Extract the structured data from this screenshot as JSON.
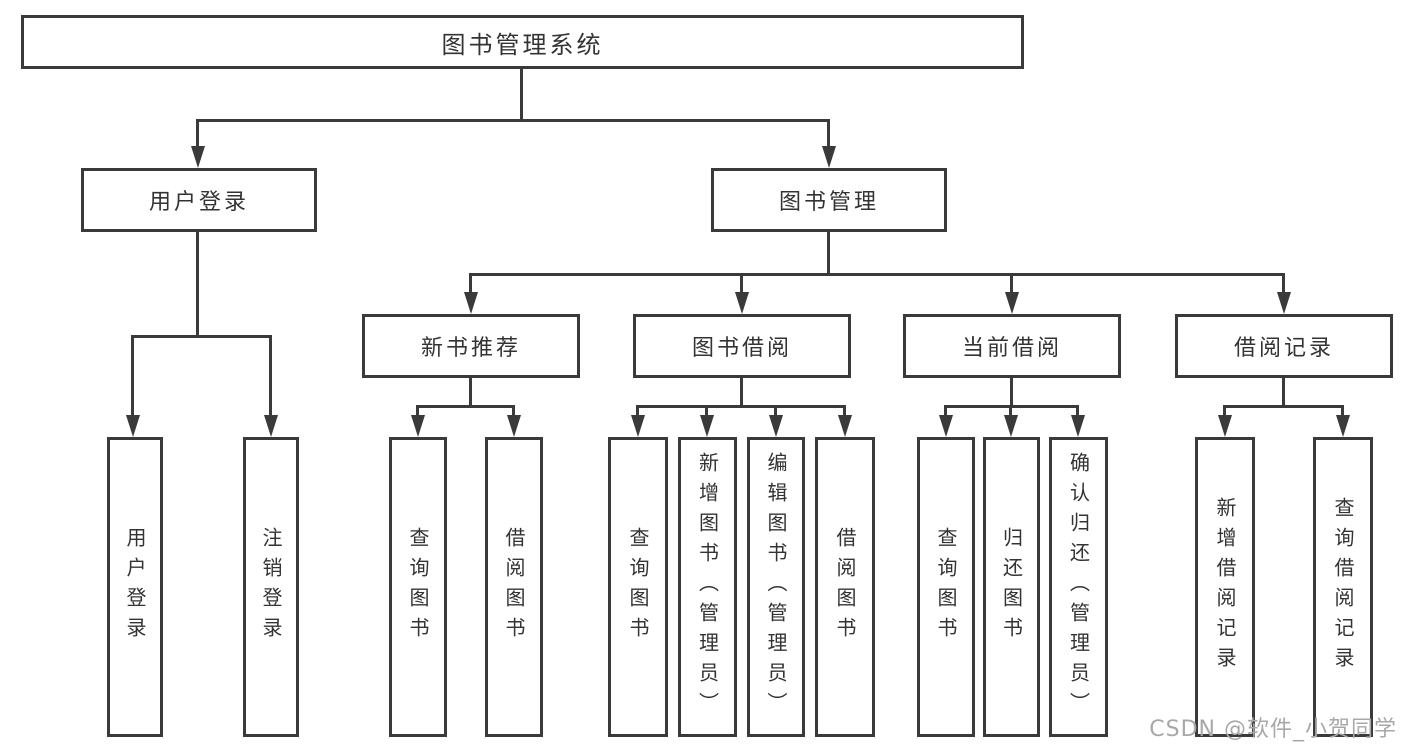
{
  "tree": {
    "root": "图书管理系统",
    "children": [
      {
        "label": "用户登录",
        "children": [
          "用户登录",
          "注销登录"
        ]
      },
      {
        "label": "图书管理",
        "children": [
          {
            "label": "新书推荐",
            "children": [
              "查询图书",
              "借阅图书"
            ]
          },
          {
            "label": "图书借阅",
            "children": [
              "查询图书",
              "新增图书（管理员）",
              "编辑图书（管理员）",
              "借阅图书"
            ]
          },
          {
            "label": "当前借阅",
            "children": [
              "查询图书",
              "归还图书",
              "确认归还（管理员）"
            ]
          },
          {
            "label": "借阅记录",
            "children": [
              "新增借阅记录",
              "查询借阅记录"
            ]
          }
        ]
      }
    ]
  },
  "watermark": {
    "text": "CSDN @软件_小贺同学"
  },
  "colors": {
    "line": "#3a3a3a",
    "text": "#333333",
    "node_bg": "#ffffff",
    "background": "#ffffff",
    "watermark": "#a8a8a8"
  }
}
